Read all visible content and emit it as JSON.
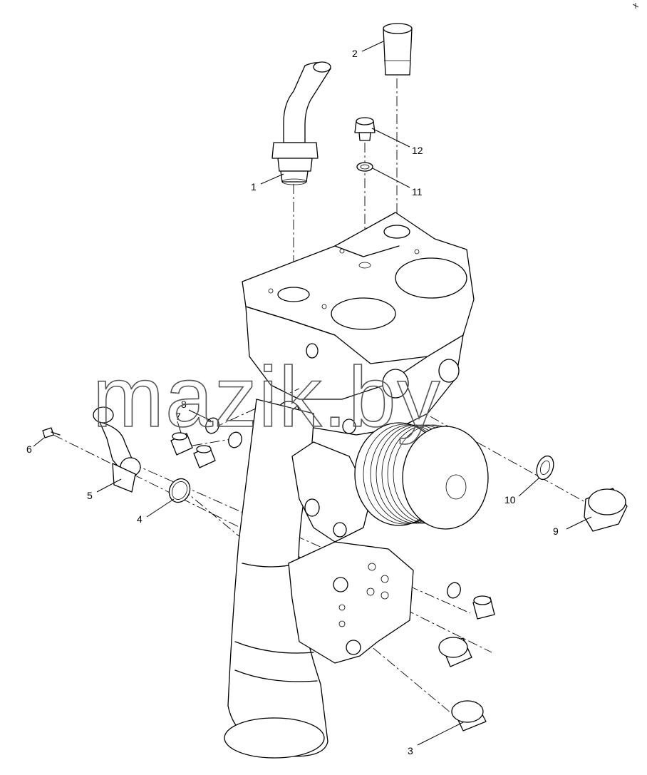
{
  "watermark": "mazik.by",
  "callouts": [
    {
      "id": "1",
      "label": "1"
    },
    {
      "id": "2",
      "label": "2"
    },
    {
      "id": "3",
      "label": "3"
    },
    {
      "id": "4",
      "label": "4"
    },
    {
      "id": "5",
      "label": "5"
    },
    {
      "id": "6",
      "label": "6"
    },
    {
      "id": "7",
      "label": "7"
    },
    {
      "id": "8",
      "label": "8"
    },
    {
      "id": "9",
      "label": "9"
    },
    {
      "id": "10",
      "label": "10"
    },
    {
      "id": "11",
      "label": "11"
    },
    {
      "id": "12",
      "label": "12"
    }
  ]
}
